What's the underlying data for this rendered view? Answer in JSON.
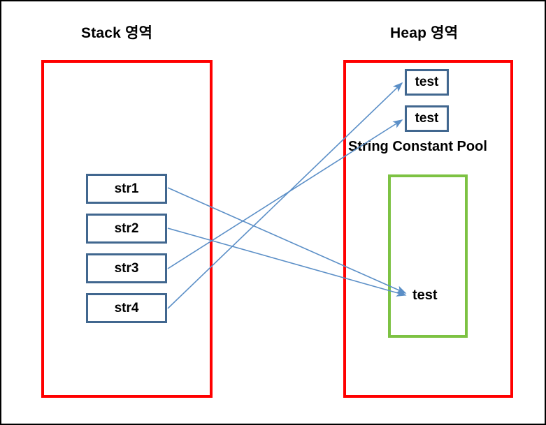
{
  "diagram": {
    "title": "Java String memory allocation: Stack and Heap areas",
    "background_color": "#ffffff",
    "border_color": "#000000"
  },
  "colors": {
    "region_border": "#FF0000",
    "box_border": "#41678F",
    "pool_border": "#7DC243",
    "arrow": "#5B8FC7",
    "text": "#000000"
  },
  "stack": {
    "title": "Stack 영역",
    "variables": [
      {
        "label": "str1"
      },
      {
        "label": "str2"
      },
      {
        "label": "str3"
      },
      {
        "label": "str4"
      }
    ]
  },
  "heap": {
    "title": "Heap 영역",
    "objects": [
      {
        "label": "test"
      },
      {
        "label": "test"
      }
    ],
    "pool": {
      "label": "String Constant Pool",
      "entries": [
        {
          "label": "test"
        }
      ]
    }
  },
  "connections": [
    {
      "from": "str1",
      "to": "pool-test",
      "direction": "down-right"
    },
    {
      "from": "str2",
      "to": "pool-test",
      "direction": "down-right"
    },
    {
      "from": "str3",
      "to": "heap-test-2",
      "direction": "up-right"
    },
    {
      "from": "str4",
      "to": "heap-test-1",
      "direction": "up-right"
    }
  ]
}
